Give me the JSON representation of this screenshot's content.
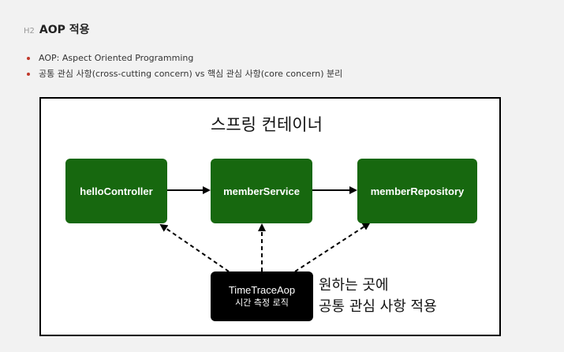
{
  "heading": {
    "level": "H2",
    "title": "AOP 적용"
  },
  "bullets": [
    "AOP: Aspect Oriented Programming",
    "공통 관심 사항(cross-cutting concern) vs 핵심 관심 사항(core concern) 분리"
  ],
  "colors": {
    "bullet": "#c0392b",
    "node": "#17680f",
    "aop_node": "#000000",
    "frame": "#000000"
  },
  "diagram": {
    "container_title": "스프링 컨테이너",
    "nodes": {
      "hello": "helloController",
      "service": "memberService",
      "repository": "memberRepository"
    },
    "aop": {
      "name": "TimeTraceAop",
      "description": "시간 측정 로직"
    },
    "note_lines": [
      "원하는 곳에",
      "공통 관심 사항 적용"
    ],
    "edges": [
      {
        "from": "helloController",
        "to": "memberService",
        "style": "solid"
      },
      {
        "from": "memberService",
        "to": "memberRepository",
        "style": "solid"
      },
      {
        "from": "TimeTraceAop",
        "to": "helloController",
        "style": "dashed"
      },
      {
        "from": "TimeTraceAop",
        "to": "memberService",
        "style": "dashed"
      },
      {
        "from": "TimeTraceAop",
        "to": "memberRepository",
        "style": "dashed"
      }
    ]
  }
}
